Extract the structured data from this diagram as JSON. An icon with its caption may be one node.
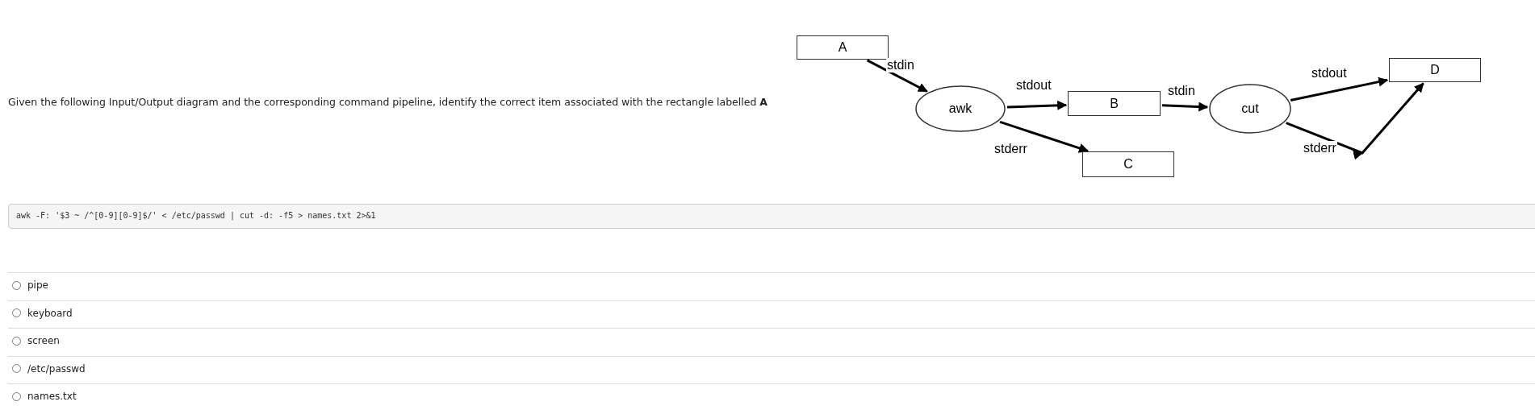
{
  "diagram": {
    "nodes": [
      {
        "text": [
          "A"
        ]
      },
      {
        "text": [
          "awk"
        ]
      },
      {
        "text": [
          "B"
        ]
      },
      {
        "text": [
          "C"
        ]
      },
      {
        "text": [
          "cut"
        ]
      },
      {
        "text": [
          "D"
        ]
      }
    ],
    "edges": [
      {
        "from": 0,
        "to": 1,
        "arrow": "to",
        "label": "stdin"
      },
      {
        "from": 1,
        "to": 2,
        "arrow": "to",
        "label": "stdout"
      },
      {
        "from": 1,
        "to": 3,
        "arrow": "to",
        "label": "stderr"
      },
      {
        "from": 2,
        "to": 4,
        "arrow": "to",
        "label": "stdin"
      },
      {
        "from": 4,
        "to": 5,
        "arrow": "to",
        "label": "stdout"
      },
      {
        "from": 4,
        "to": 5,
        "arrow": "to",
        "label": "stderr"
      }
    ],
    "labels": [
      "Given the following Input/Output diagram and the corresponding command pipeline, identify the correct item associated with the rectangle labelled **A**",
      "awk -F: '$3 ~ /^[0-9][0-9]$/' < /etc/passwd | cut -d: -f5 > names.txt 2>&1",
      "pipe",
      "keyboard",
      "screen",
      "/etc/passwd",
      "names.txt"
    ]
  }
}
